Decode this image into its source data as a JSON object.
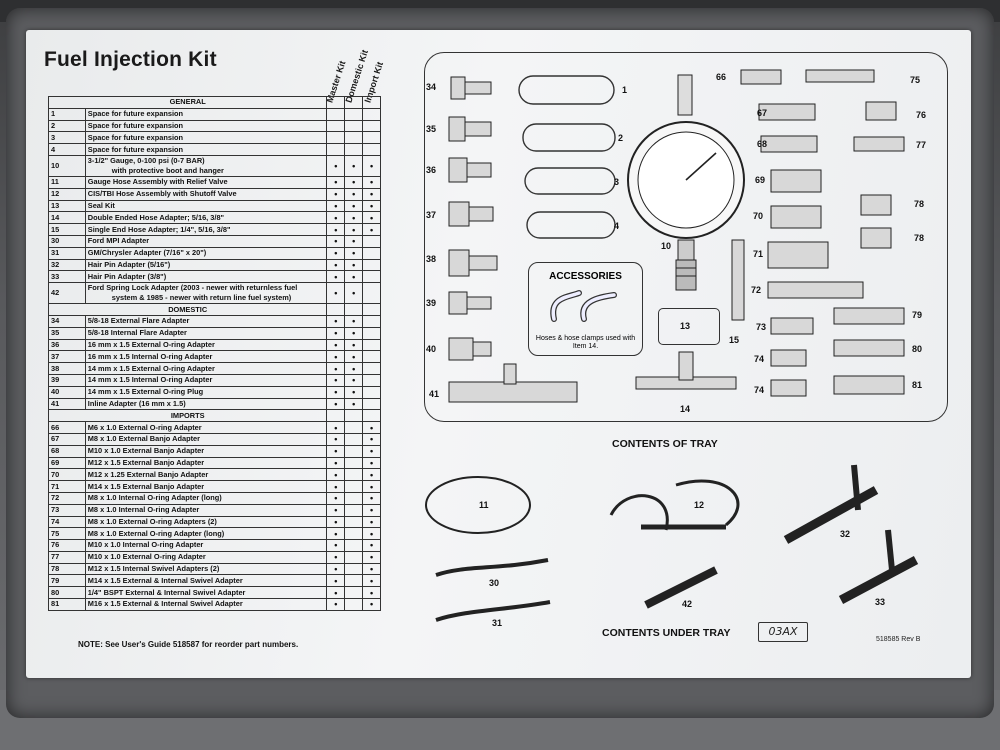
{
  "title": "Fuel Injection Kit",
  "column_headers": [
    "Master Kit",
    "Domestic Kit",
    "Import Kit"
  ],
  "rows": [
    {
      "type": "section",
      "label": "GENERAL"
    },
    {
      "n": "1",
      "d": "Space for future expansion",
      "m": "",
      "dom": "",
      "imp": ""
    },
    {
      "n": "2",
      "d": "Space for future expansion",
      "m": "",
      "dom": "",
      "imp": ""
    },
    {
      "n": "3",
      "d": "Space for future expansion",
      "m": "",
      "dom": "",
      "imp": ""
    },
    {
      "n": "4",
      "d": "Space for future expansion",
      "m": "",
      "dom": "",
      "imp": ""
    },
    {
      "n": "10",
      "d": "3-1/2\" Gauge, 0-100 psi (0-7 BAR)",
      "d2": "with protective boot and hanger",
      "m": "•",
      "dom": "•",
      "imp": "•"
    },
    {
      "n": "11",
      "d": "Gauge Hose Assembly with Relief Valve",
      "m": "•",
      "dom": "•",
      "imp": "•"
    },
    {
      "n": "12",
      "d": "CIS/TBI Hose Assembly with Shutoff Valve",
      "m": "•",
      "dom": "•",
      "imp": "•"
    },
    {
      "n": "13",
      "d": "Seal Kit",
      "m": "•",
      "dom": "•",
      "imp": "•"
    },
    {
      "n": "14",
      "d": "Double Ended Hose Adapter; 5/16, 3/8\"",
      "m": "•",
      "dom": "•",
      "imp": "•"
    },
    {
      "n": "15",
      "d": "Single End Hose Adapter; 1/4\", 5/16, 3/8\"",
      "m": "•",
      "dom": "•",
      "imp": "•"
    },
    {
      "n": "30",
      "d": "Ford MPI Adapter",
      "m": "•",
      "dom": "•",
      "imp": ""
    },
    {
      "n": "31",
      "d": "GM/Chrysler Adapter (7/16\" x 20\")",
      "m": "•",
      "dom": "•",
      "imp": ""
    },
    {
      "n": "32",
      "d": "Hair Pin Adapter (5/16\")",
      "m": "•",
      "dom": "•",
      "imp": ""
    },
    {
      "n": "33",
      "d": "Hair Pin Adapter (3/8\")",
      "m": "•",
      "dom": "•",
      "imp": ""
    },
    {
      "n": "42",
      "d": "Ford Spring Lock Adapter (2003 - newer with returnless fuel",
      "d2": "system & 1985 - newer with return line fuel system)",
      "m": "•",
      "dom": "•",
      "imp": ""
    },
    {
      "type": "section",
      "label": "DOMESTIC"
    },
    {
      "n": "34",
      "d": "5/8-18 External Flare Adapter",
      "m": "•",
      "dom": "•",
      "imp": ""
    },
    {
      "n": "35",
      "d": "5/8-18 Internal Flare Adapter",
      "m": "•",
      "dom": "•",
      "imp": ""
    },
    {
      "n": "36",
      "d": "16 mm x 1.5 External O-ring Adapter",
      "m": "•",
      "dom": "•",
      "imp": ""
    },
    {
      "n": "37",
      "d": "16 mm x 1.5 Internal O-ring Adapter",
      "m": "•",
      "dom": "•",
      "imp": ""
    },
    {
      "n": "38",
      "d": "14 mm x 1.5 External O-ring Adapter",
      "m": "•",
      "dom": "•",
      "imp": ""
    },
    {
      "n": "39",
      "d": "14 mm x 1.5 Internal O-ring Adapter",
      "m": "•",
      "dom": "•",
      "imp": ""
    },
    {
      "n": "40",
      "d": "14 mm x 1.5 External O-ring Plug",
      "m": "•",
      "dom": "•",
      "imp": ""
    },
    {
      "n": "41",
      "d": "Inline Adapter (16 mm x 1.5)",
      "m": "•",
      "dom": "•",
      "imp": ""
    },
    {
      "type": "section",
      "label": "IMPORTS"
    },
    {
      "n": "66",
      "d": "M6 x 1.0 External O-ring Adapter",
      "m": "•",
      "dom": "",
      "imp": "•"
    },
    {
      "n": "67",
      "d": "M8 x 1.0 External Banjo Adapter",
      "m": "•",
      "dom": "",
      "imp": "•"
    },
    {
      "n": "68",
      "d": "M10 x 1.0 External Banjo Adapter",
      "m": "•",
      "dom": "",
      "imp": "•"
    },
    {
      "n": "69",
      "d": "M12 x 1.5 External Banjo Adapter",
      "m": "•",
      "dom": "",
      "imp": "•"
    },
    {
      "n": "70",
      "d": "M12 x 1.25 External Banjo Adapter",
      "m": "•",
      "dom": "",
      "imp": "•"
    },
    {
      "n": "71",
      "d": "M14 x 1.5 External Banjo Adapter",
      "m": "•",
      "dom": "",
      "imp": "•"
    },
    {
      "n": "72",
      "d": "M8 x 1.0 Internal O-ring Adapter (long)",
      "m": "•",
      "dom": "",
      "imp": "•"
    },
    {
      "n": "73",
      "d": "M8 x 1.0 Internal O-ring Adapter",
      "m": "•",
      "dom": "",
      "imp": "•"
    },
    {
      "n": "74",
      "d": "M8 x 1.0 External O-ring Adapters (2)",
      "m": "•",
      "dom": "",
      "imp": "•"
    },
    {
      "n": "75",
      "d": "M8 x 1.0 External O-ring Adapter (long)",
      "m": "•",
      "dom": "",
      "imp": "•"
    },
    {
      "n": "76",
      "d": "M10 x 1.0 Internal O-ring Adapter",
      "m": "•",
      "dom": "",
      "imp": "•"
    },
    {
      "n": "77",
      "d": "M10 x 1.0 External O-ring Adapter",
      "m": "•",
      "dom": "",
      "imp": "•"
    },
    {
      "n": "78",
      "d": "M12 x 1.5 Internal Swivel Adapters (2)",
      "m": "•",
      "dom": "",
      "imp": "•"
    },
    {
      "n": "79",
      "d": "M14 x 1.5 External & Internal Swivel Adapter",
      "m": "•",
      "dom": "",
      "imp": "•"
    },
    {
      "n": "80",
      "d": "1/4\" BSPT External & Internal Swivel Adapter",
      "m": "•",
      "dom": "",
      "imp": "•"
    },
    {
      "n": "81",
      "d": "M16 x 1.5 External & Internal Swivel Adapter",
      "m": "•",
      "dom": "",
      "imp": "•"
    }
  ],
  "note": "NOTE: See User's Guide 518587 for reorder part numbers.",
  "diagram_labels": {
    "left": [
      "34",
      "35",
      "36",
      "37",
      "38",
      "39",
      "40",
      "41"
    ],
    "slots": [
      "1",
      "2",
      "3",
      "4"
    ],
    "gauge": "10",
    "seal": "13",
    "single": "15",
    "double": "14",
    "right_a": [
      "66",
      "67",
      "68",
      "69",
      "70",
      "71",
      "72",
      "73",
      "74",
      "74"
    ],
    "right_b": [
      "75",
      "76",
      "77",
      "78",
      "78",
      "79",
      "80",
      "81"
    ]
  },
  "accessories": {
    "title": "ACCESSORIES",
    "caption": "Hoses & hose clamps used with Item 14."
  },
  "contents_of_tray": "CONTENTS OF TRAY",
  "tray_labels": [
    "11",
    "12",
    "30",
    "31",
    "42",
    "32",
    "33"
  ],
  "contents_under_tray": "CONTENTS UNDER TRAY",
  "handwritten_code": "03AX",
  "part_number": "518585 Rev B"
}
